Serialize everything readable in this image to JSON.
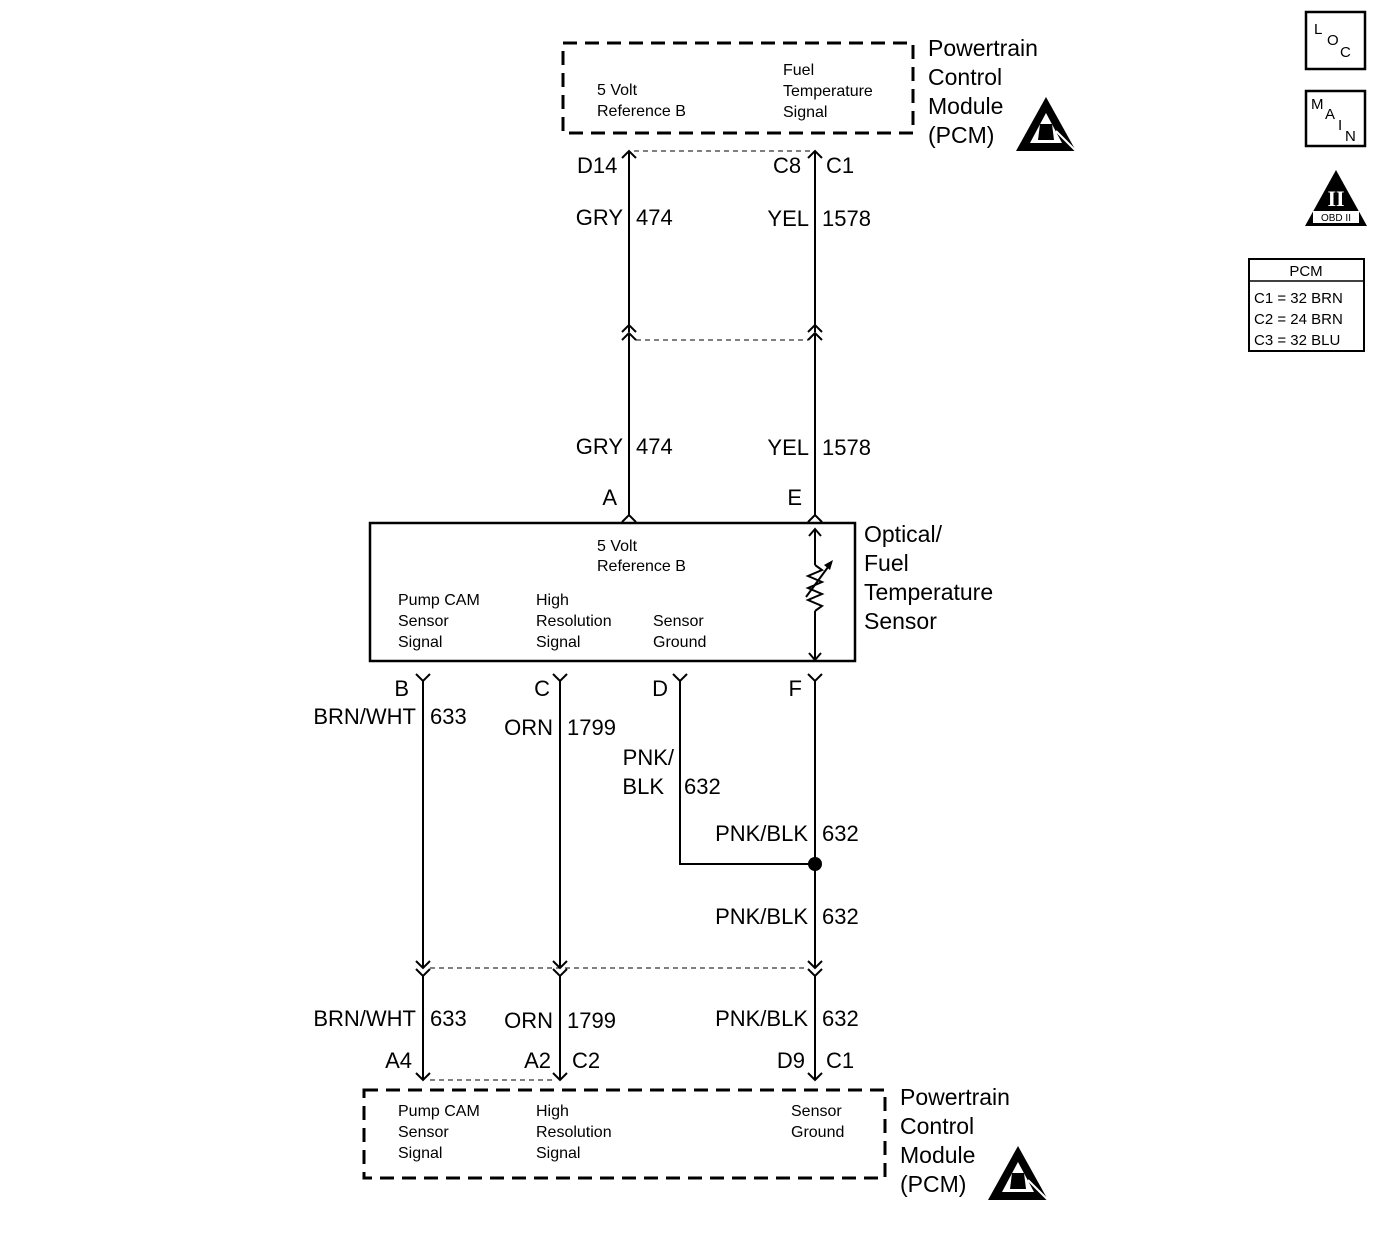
{
  "top_module": {
    "title_lines": [
      "Powertrain",
      "Control",
      "Module",
      "(PCM)"
    ],
    "left_label": [
      "5 Volt",
      "Reference B"
    ],
    "right_label": [
      "Fuel",
      "Temperature",
      "Signal"
    ],
    "pin_d14": "D14",
    "pin_c8": "C8",
    "conn_c1": "C1"
  },
  "wires_upper": {
    "gry_color": "GRY",
    "gry_circuit": "474",
    "yel_color": "YEL",
    "yel_circuit": "1578"
  },
  "wires_middle": {
    "gry_color": "GRY",
    "gry_circuit": "474",
    "yel_color": "YEL",
    "yel_circuit": "1578",
    "pin_a": "A",
    "pin_e": "E"
  },
  "sensor": {
    "title_lines": [
      "Optical/",
      "Fuel",
      "Temperature",
      "Sensor"
    ],
    "ref_label": [
      "5 Volt",
      "Reference B"
    ],
    "pump_label": [
      "Pump CAM",
      "Sensor",
      "Signal"
    ],
    "high_label": [
      "High",
      "Resolution",
      "Signal"
    ],
    "ground_label": [
      "Sensor",
      "Ground"
    ]
  },
  "wires_lower": {
    "pin_b": "B",
    "pin_c": "C",
    "pin_d": "D",
    "pin_f": "F",
    "brn_color": "BRN/WHT",
    "brn_circuit": "633",
    "orn_color": "ORN",
    "orn_circuit": "1799",
    "pnk_d_color_1": "PNK/",
    "pnk_d_color_2": "BLK",
    "pnk_d_circuit": "632",
    "pnk_f_color": "PNK/BLK",
    "pnk_f_circuit": "632",
    "pnk_splice_color": "PNK/BLK",
    "pnk_splice_circuit": "632"
  },
  "wires_bottom": {
    "brn_color": "BRN/WHT",
    "brn_circuit": "633",
    "orn_color": "ORN",
    "orn_circuit": "1799",
    "pnk_color": "PNK/BLK",
    "pnk_circuit": "632",
    "pin_a4": "A4",
    "pin_a2": "A2",
    "conn_c2": "C2",
    "pin_d9": "D9",
    "conn_c1": "C1"
  },
  "bottom_module": {
    "title_lines": [
      "Powertrain",
      "Control",
      "Module",
      "(PCM)"
    ],
    "pump_label": [
      "Pump CAM",
      "Sensor",
      "Signal"
    ],
    "high_label": [
      "High",
      "Resolution",
      "Signal"
    ],
    "ground_label": [
      "Sensor",
      "Ground"
    ]
  },
  "side_icons": {
    "loc": [
      "L",
      "O",
      "C"
    ],
    "main": [
      "M",
      "A",
      "I",
      "N"
    ],
    "obd_numeral": "II",
    "obd_text": "OBD II",
    "pcm_table": {
      "header": "PCM",
      "rows": [
        "C1 = 32 BRN",
        "C2 = 24 BRN",
        "C3 = 32 BLU"
      ]
    }
  }
}
